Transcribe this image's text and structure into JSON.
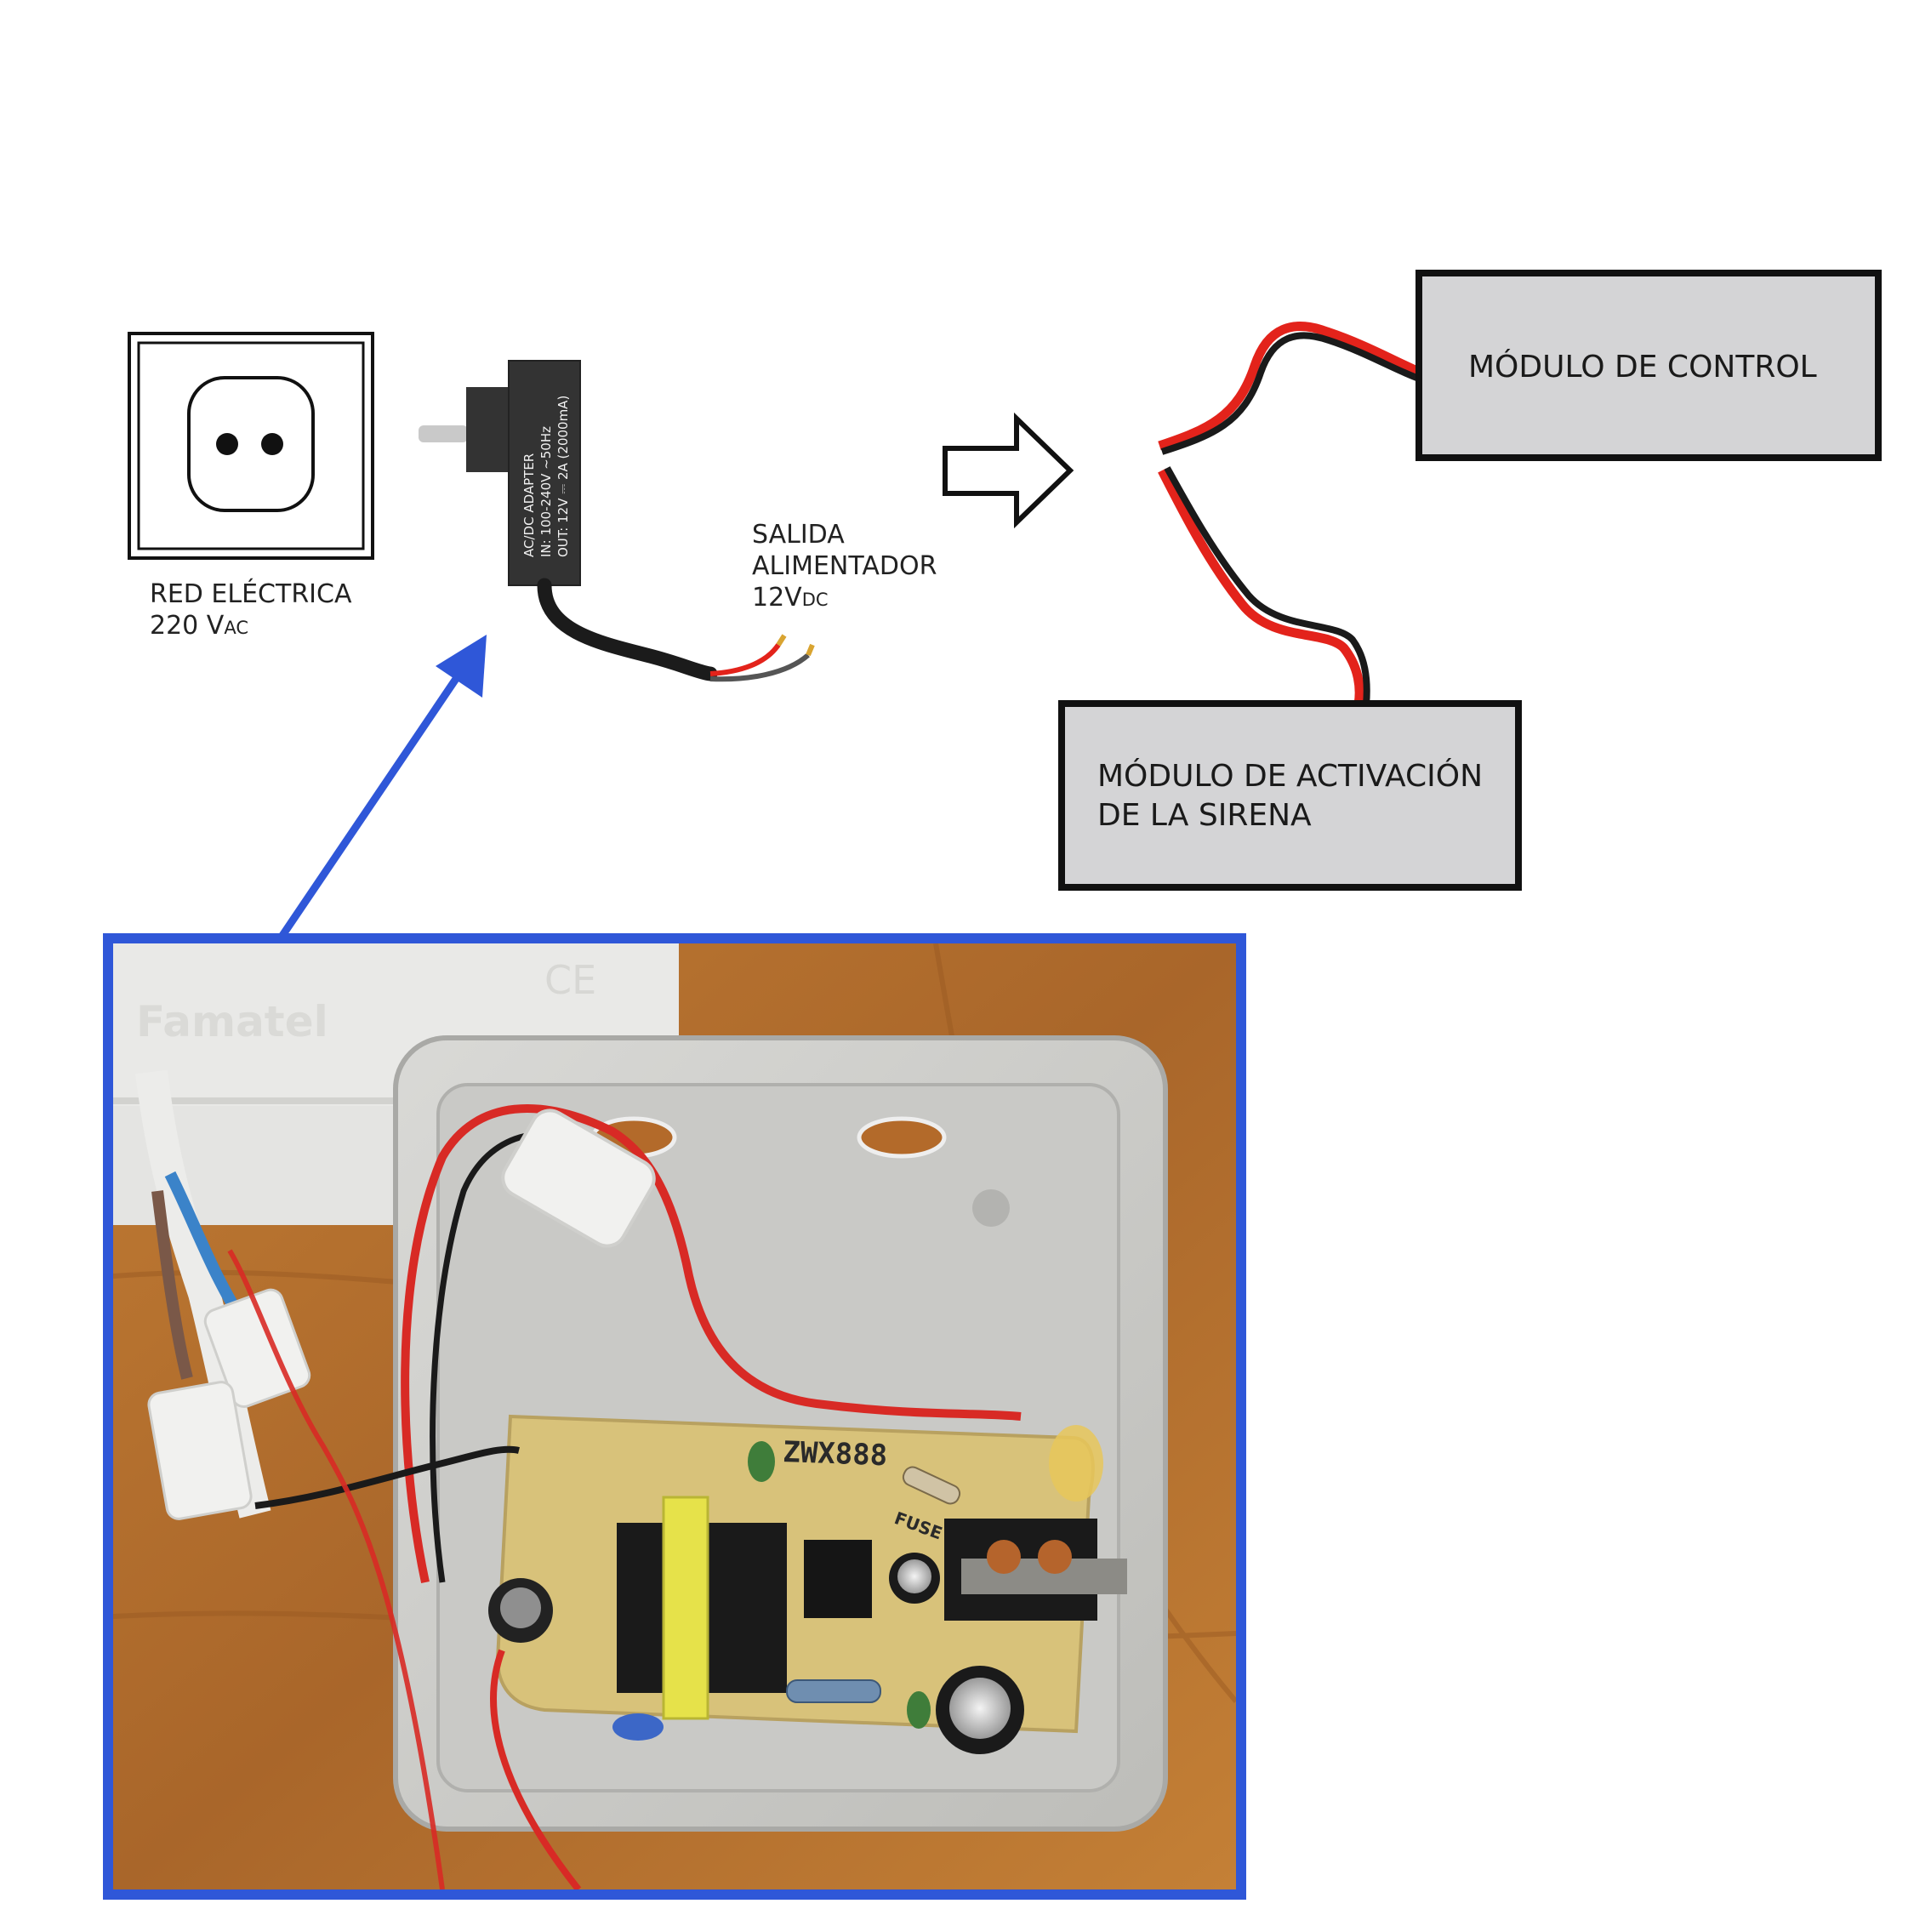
{
  "outlet": {
    "caption_line1": "RED ELÉCTRICA",
    "caption_line2_main": "220 V",
    "caption_line2_sub": "AC"
  },
  "adapter": {
    "label_line1": "AC/DC ADAPTER",
    "label_line2": "IN: 100-240V ~50Hz",
    "label_line3": "OUT: 12V ⎓ 2A (2000mA)"
  },
  "output_caption": {
    "line1": "SALIDA",
    "line2": "ALIMENTADOR",
    "line3_main": "12V",
    "line3_sub": "DC"
  },
  "modules": {
    "control": "MÓDULO DE CONTROL",
    "siren_line1": "MÓDULO DE ACTIVACIÓN",
    "siren_line2": "DE LA SIRENA"
  },
  "photo": {
    "enclosure_brand": "Famatel",
    "ce_mark": "CE",
    "pcb_model": "ZWX888",
    "fuse_label": "FUSE"
  },
  "colors": {
    "accent_blue": "#2f57d8",
    "module_fill": "#d4d4d6",
    "wire_red": "#e3231b",
    "wire_black": "#1a1a1a",
    "table_wood": "#b8742e",
    "pcb": "#d8c27a"
  }
}
